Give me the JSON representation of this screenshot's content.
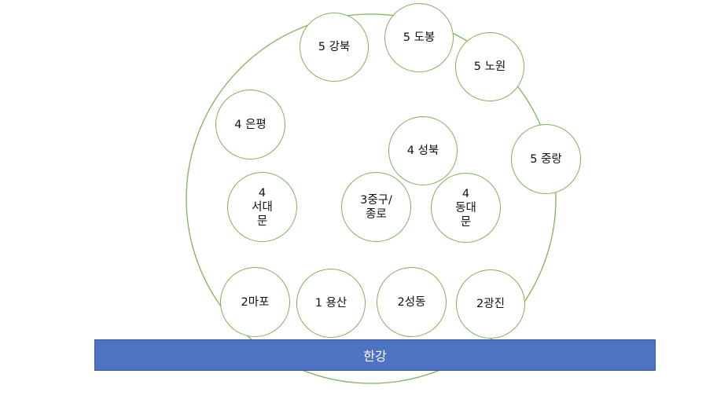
{
  "colors": {
    "node_border": "#7fb35a",
    "outer_ring": "#7fb35a",
    "river_fill": "#4e73c3",
    "text": "#111111",
    "river_text": "#ffffff"
  },
  "river": {
    "label": "한강"
  },
  "nodes": [
    {
      "id": "gangbuk",
      "label": "5 강북"
    },
    {
      "id": "dobong",
      "label": "5 도봉"
    },
    {
      "id": "nowon",
      "label": "5 노원"
    },
    {
      "id": "eunpyeong",
      "label": "4 은평"
    },
    {
      "id": "seongbuk",
      "label": "4 성북"
    },
    {
      "id": "jungnang",
      "label": "5 중랑"
    },
    {
      "id": "seodaemun",
      "label": "4\n서대\n문"
    },
    {
      "id": "junggu-jongno",
      "label": "3중구/\n종로"
    },
    {
      "id": "dongdaemun",
      "label": "4\n동대\n문"
    },
    {
      "id": "mapo",
      "label": "2마포"
    },
    {
      "id": "yongsan",
      "label": "1 용산"
    },
    {
      "id": "seongdong",
      "label": "2성동"
    },
    {
      "id": "gwangjin",
      "label": "2광진"
    }
  ]
}
